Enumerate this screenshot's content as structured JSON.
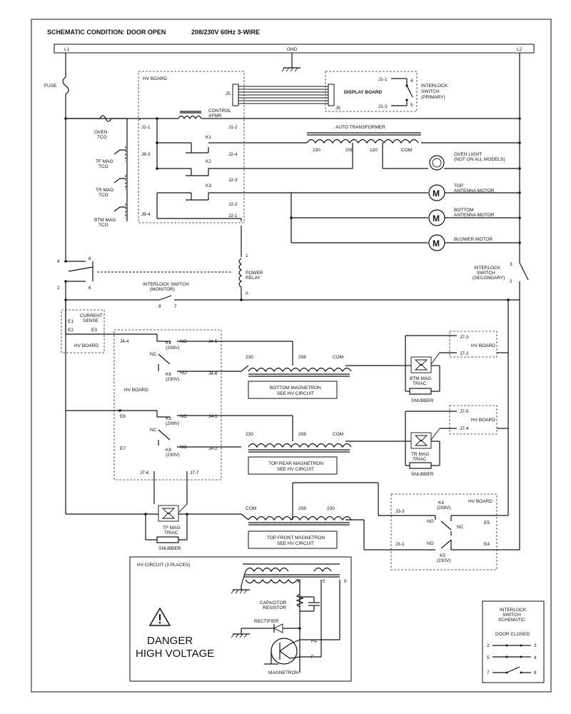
{
  "header": {
    "condition": "SCHEMATIC CONDITION: DOOR OPEN",
    "supply": "208/230V 60Hz 3-WIRE"
  },
  "terminals": {
    "l1": "L1",
    "gnd": "GND",
    "l2": "L2"
  },
  "top_section": {
    "fuse": "FUSE",
    "hv_board": "HV BOARD",
    "j5": "J5",
    "j6": "J6",
    "display_board": "DISPLAY BOARD",
    "j1_1": "J1-1",
    "j1_3": "J1-3",
    "interlock_primary_1": "INTERLOCK",
    "interlock_primary_2": "SWITCH",
    "interlock_primary_3": "(PRIMARY)",
    "pin4": "4",
    "pin5": "5",
    "control_xfmr_1": "CONTROL",
    "control_xfmr_2": "XFMR",
    "oven_tco_1": "OVEN",
    "oven_tco_2": "TCO",
    "j1_1b": "J1-1",
    "j1_2": "J1-2",
    "auto_transformer": "AUTO TRANSFORMER",
    "tap_230": "230",
    "tap_208": "208",
    "tap_120": "120",
    "tap_com": "COM",
    "k1": "K1",
    "k2": "K2",
    "k3": "K3",
    "j8_3": "J8-3",
    "j8_4": "J8-4",
    "j2_4": "J2-4",
    "j2_3": "J2-3",
    "j2_2": "J2-2",
    "j2_1": "J2-1",
    "tf_tco_1": "TF MAG",
    "tf_tco_2": "TCO",
    "tr_tco_1": "TR MAG",
    "tr_tco_2": "TCO",
    "btm_tco_1": "BTM MAG",
    "btm_tco_2": "TCO",
    "oven_light_1": "OVEN LIGHT",
    "oven_light_2": "(NOT ON ALL MODELS)",
    "top_antenna_1": "TOP",
    "top_antenna_2": "ANTENNA MOTOR",
    "bottom_antenna_1": "BOTTOM",
    "bottom_antenna_2": "ANTENNA MOTOR",
    "blower_motor": "BLOWER MOTOR",
    "motor_letter": "M"
  },
  "middle_section": {
    "pin4": "4",
    "pin8": "8",
    "pin2": "2",
    "pin6": "6",
    "relay_1": "1",
    "power_relay_1": "POWER",
    "power_relay_2": "RELAY",
    "relay_0": "0",
    "interlock_monitor_1": "INTERLOCK SWITCH",
    "interlock_monitor_2": "(MONITOR)",
    "mon_8": "8",
    "mon_7": "7",
    "sec_3": "3",
    "sec_2": "2",
    "interlock_secondary_1": "INTERLOCK",
    "interlock_secondary_2": "SWITCH",
    "interlock_secondary_3": "(SECONDARY)"
  },
  "lower_section": {
    "e1": "E1",
    "e2": "E2",
    "e3": "E3",
    "current_sense_1": "CURRENT",
    "current_sense_2": "SENSE",
    "hv_board": "HV BOARD",
    "j4_4": "J4-4",
    "j4_5": "J4-5",
    "j4_6": "J4-6",
    "j4_1": "J4-1",
    "j4_2": "J4-2",
    "k7": "K7",
    "k7_v": "(208V)",
    "k6": "K6",
    "k6_v": "(230V)",
    "k9": "K9",
    "k9_v": "(208V)",
    "k8": "K8",
    "k8_v": "(230V)",
    "no": "NO",
    "nc": "NC",
    "e6": "E6",
    "e7": "E7",
    "j7_6": "J7-6",
    "j7_7": "J7-7",
    "tap_230": "230",
    "tap_208": "208",
    "tap_com": "COM",
    "bottom_mag_1": "BOTTOM MAGNETRON",
    "bottom_mag_2": "SEE HV CIRCUIT",
    "top_rear_mag_1": "TOP REAR MAGNETRON",
    "top_rear_mag_2": "SEE HV CIRCUIT",
    "top_front_mag_1": "TOP FRONT MAGNETRON",
    "top_front_mag_2": "SEE HV CIRCUIT",
    "j7_3": "J7-3",
    "j7_2": "J7-2",
    "j7_5": "J7-5",
    "j7_4": "J7-4",
    "btm_triac_1": "BTM MAG",
    "btm_triac_2": "TRIAC",
    "tr_triac_1": "TR MAG",
    "tr_triac_2": "TRIAC",
    "tf_triac_1": "TF MAG",
    "tf_triac_2": "TRIAC",
    "snubber": "SNUBBER",
    "j3_3": "J3-3",
    "j3_1": "J3-1",
    "k4": "K4",
    "k4_v": "(208V)",
    "k5": "K5",
    "k5_v": "(230V)",
    "e5": "E5",
    "e4": "E4"
  },
  "hv_circuit": {
    "title": "HV CIRCUIT (3 PLACES)",
    "pin4": "4",
    "pin5": "5",
    "pin6": "6",
    "cap_res_1": "CAPACITOR",
    "cap_res_2": "RESISTOR",
    "rectifier": "RECTIFIER",
    "fa": "FA",
    "f": "F",
    "magnetron": "MAGNETRON",
    "danger_1": "DANGER",
    "danger_2": "HIGH VOLTAGE",
    "warning_icon": "warning-triangle-icon"
  },
  "legend": {
    "title_1": "INTERLOCK",
    "title_2": "SWITCH",
    "title_3": "SCHEMATIC",
    "door_closed": "DOOR CLOSED",
    "p2": "2",
    "p3": "3",
    "p5": "5",
    "p4": "4",
    "p7": "7",
    "p8": "8"
  }
}
